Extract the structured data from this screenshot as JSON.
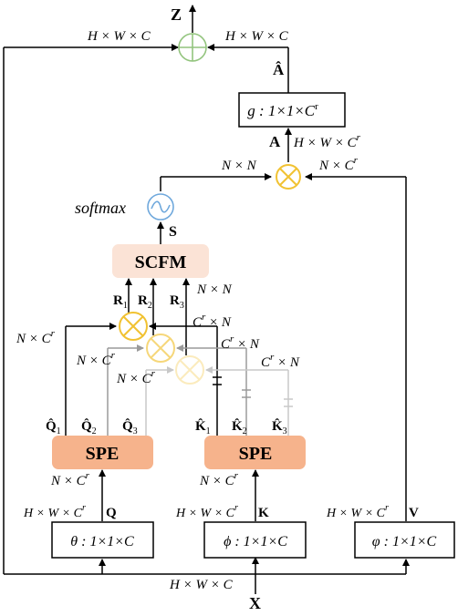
{
  "nodes": {
    "z": "Z",
    "a_hat": "Â",
    "g": "g : 1×1×C",
    "g_sup": "r",
    "a": "A",
    "softmax": "softmax",
    "s": "S",
    "scfm": "SCFM",
    "spe_left": "SPE",
    "spe_right": "SPE",
    "theta": "θ : 1×1×C",
    "phi": "ϕ : 1×1×C",
    "varphi": "φ : 1×1×C",
    "q": "Q",
    "k": "K",
    "v": "V",
    "x": "X",
    "r1": "R",
    "r2": "R",
    "r3": "R",
    "q1": "Q̂",
    "q2": "Q̂",
    "q3": "Q̂",
    "k1": "K̂",
    "k2": "K̂",
    "k3": "K̂",
    "sub1": "1",
    "sub2": "2",
    "sub3": "3"
  },
  "dims": {
    "top_left": "H × W × C",
    "top_right": "H × W × C",
    "a_dim": "H × W × C",
    "a_dim_sup": "r",
    "nn_left": "N × N",
    "nc_right": "N × C",
    "nc_right_sup": "r",
    "r_nn": "N × N",
    "cn_1": "C",
    "cn_1_rest": " × N",
    "cn_2": "C",
    "cn_2_rest": " × N",
    "cn_3": "C",
    "cn_3_rest": " × N",
    "nc_1": "N × C",
    "nc_2": "N × C",
    "nc_3": "N × C",
    "spe_l_in": "N × C",
    "spe_r_in": "N × C",
    "q_dim": "H × W × C",
    "k_dim": "H × W × C",
    "v_dim": "H × W × C",
    "x_dim": "H × W × C",
    "sup_r": "r"
  },
  "colors": {
    "stroke": "#000000",
    "plus_circle": "#92c47d",
    "otimes_main": "#f1c232",
    "otimes_mid": "#f6d77a",
    "otimes_faint": "#fbebbd",
    "scfm_fill": "#fbe3d6",
    "spe_fill": "#f6b38c",
    "softmax_ring": "#6fa8dc",
    "gray_line": "#9a9a9a",
    "light_line": "#c8c8c8"
  }
}
